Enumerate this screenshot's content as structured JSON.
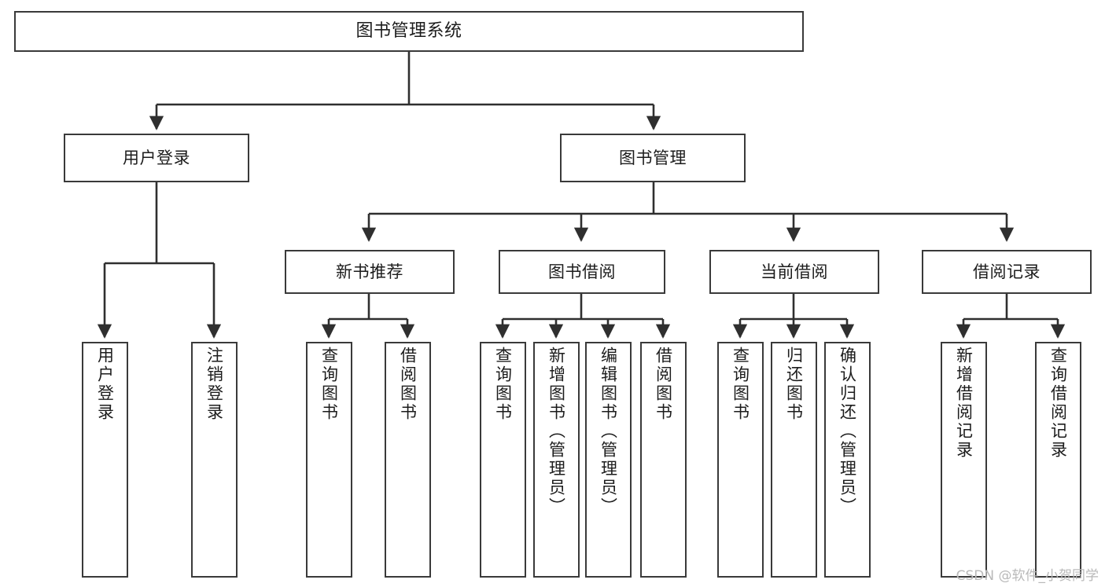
{
  "diagram": {
    "title": "图书管理系统",
    "type": "tree",
    "colors": {
      "node_border": "#3a3a3a",
      "node_fill": "#ffffff",
      "edge": "#2f2f2f",
      "text": "#1c1c1c",
      "watermark": "#b9b9b9",
      "background": "#ffffff"
    },
    "watermark": "CSDN @软件_小贺同学"
  },
  "nodes": {
    "root": {
      "label": "图书管理系统"
    },
    "level1": [
      {
        "id": "user-login",
        "label": "用户登录"
      },
      {
        "id": "book-manage",
        "label": "图书管理"
      }
    ],
    "level2": [
      {
        "id": "new-book-recommend",
        "label": "新书推荐"
      },
      {
        "id": "book-borrow",
        "label": "图书借阅"
      },
      {
        "id": "current-borrow",
        "label": "当前借阅"
      },
      {
        "id": "borrow-record",
        "label": "借阅记录"
      }
    ],
    "leaves": {
      "user-login": [
        {
          "id": "leaf-user-login",
          "label": "用户登录"
        },
        {
          "id": "leaf-logout-login",
          "label": "注销登录"
        }
      ],
      "new-book-recommend": [
        {
          "id": "leaf-query-book-1",
          "label": "查询图书"
        },
        {
          "id": "leaf-borrow-book-1",
          "label": "借阅图书"
        }
      ],
      "book-borrow": [
        {
          "id": "leaf-query-book-2",
          "label": "查询图书"
        },
        {
          "id": "leaf-add-book",
          "label": "新增图书（管理员）"
        },
        {
          "id": "leaf-edit-book",
          "label": "编辑图书（管理员）"
        },
        {
          "id": "leaf-borrow-book-2",
          "label": "借阅图书"
        }
      ],
      "current-borrow": [
        {
          "id": "leaf-query-book-3",
          "label": "查询图书"
        },
        {
          "id": "leaf-return-book",
          "label": "归还图书"
        },
        {
          "id": "leaf-confirm-return",
          "label": "确认归还（管理员）"
        }
      ],
      "borrow-record": [
        {
          "id": "leaf-add-record",
          "label": "新增借阅记录"
        },
        {
          "id": "leaf-query-record",
          "label": "查询借阅记录"
        }
      ]
    }
  },
  "chart_data": {
    "type": "tree",
    "title": "图书管理系统",
    "edges": [
      {
        "from": "图书管理系统",
        "to": "用户登录"
      },
      {
        "from": "图书管理系统",
        "to": "图书管理"
      },
      {
        "from": "用户登录",
        "to": "用户登录"
      },
      {
        "from": "用户登录",
        "to": "注销登录"
      },
      {
        "from": "图书管理",
        "to": "新书推荐"
      },
      {
        "from": "图书管理",
        "to": "图书借阅"
      },
      {
        "from": "图书管理",
        "to": "当前借阅"
      },
      {
        "from": "图书管理",
        "to": "借阅记录"
      },
      {
        "from": "新书推荐",
        "to": "查询图书"
      },
      {
        "from": "新书推荐",
        "to": "借阅图书"
      },
      {
        "from": "图书借阅",
        "to": "查询图书"
      },
      {
        "from": "图书借阅",
        "to": "新增图书（管理员）"
      },
      {
        "from": "图书借阅",
        "to": "编辑图书（管理员）"
      },
      {
        "from": "图书借阅",
        "to": "借阅图书"
      },
      {
        "from": "当前借阅",
        "to": "查询图书"
      },
      {
        "from": "当前借阅",
        "to": "归还图书"
      },
      {
        "from": "当前借阅",
        "to": "确认归还（管理员）"
      },
      {
        "from": "借阅记录",
        "to": "新增借阅记录"
      },
      {
        "from": "借阅记录",
        "to": "查询借阅记录"
      }
    ]
  }
}
